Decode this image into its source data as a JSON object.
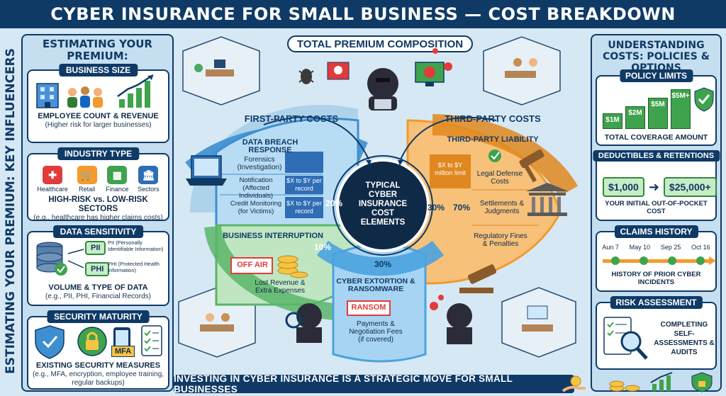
{
  "title": "CYBER INSURANCE FOR SMALL BUSINESS — COST BREAKDOWN",
  "left_vertical": "ESTIMATING YOUR PREMIUM: KEY INFLUENCERS",
  "left_heading": "ESTIMATING YOUR PREMIUM:",
  "business_size": {
    "label": "BUSINESS SIZE",
    "main": "EMPLOYEE COUNT & REVENUE",
    "sub": "(Higher risk for larger businesses)"
  },
  "industry_type": {
    "label": "INDUSTRY TYPE",
    "items": [
      "Healthcare",
      "Retail",
      "Finance",
      "Sectors"
    ],
    "main": "HIGH-RISK vs. LOW-RISK SECTORS",
    "sub": "(e.g., healthcare has higher claims costs)"
  },
  "data_sensitivity": {
    "label": "DATA SENSITIVITY",
    "pii": "PII",
    "pii_desc": "PII (Personally Identifiable Information)",
    "phi": "PHI",
    "phi_desc": "PHI (Protected Health Information)",
    "main": "VOLUME & TYPE OF DATA",
    "sub": "(e.g., PII, PHI, Financial Records)"
  },
  "security_maturity": {
    "label": "SECURITY MATURITY",
    "mfa": "MFA",
    "main": "EXISTING SECURITY MEASURES",
    "sub": "(e.g., MFA, encryption, employee training, regular backups)"
  },
  "center": {
    "heading": "TOTAL PREMIUM COMPOSITION",
    "first_party": "FIRST-PARTY COSTS",
    "third_party": "THIRD-PARTY COSTS",
    "core": "TYPICAL CYBER INSURANCE COST ELEMENTS",
    "data_breach": {
      "title": "DATA BREACH RESPONSE",
      "forensics": "Forensics",
      "forensics_sub": "(Investigation)",
      "notification": "Notification",
      "notification_sub": "(Affected Individuals)",
      "notification_cost": "$X to $Y per record",
      "credit": "Credit Monitoring",
      "credit_sub": "(for Victims)",
      "credit_cost": "$X to $Y per record",
      "pct": "20%"
    },
    "business_interruption": {
      "title": "BUSINESS INTERRUPTION",
      "badge": "OFF AIR",
      "desc": "Lost Revenue & Extra Expenses",
      "pct": "10%"
    },
    "extortion": {
      "pct": "30%",
      "title": "CYBER EXTORTION & RANSOMWARE",
      "badge": "RANSOM",
      "desc": "Payments & Negotiation Fees",
      "desc_sub": "(if covered)"
    },
    "third_party_liability": {
      "title": "THIRD-PARTY LIABILITY",
      "limit": "$X to $Y million limit",
      "legal": "Legal Defense Costs",
      "settlements": "Settlements & Judgments",
      "regulatory": "Regulatory Fines & Penalties",
      "pct_left": "30%",
      "pct_right": "70%"
    }
  },
  "right_heading": "UNDERSTANDING COSTS: POLICIES & OPTIONS",
  "policy_limits": {
    "label": "POLICY LIMITS",
    "bars": [
      "$1M",
      "$2M",
      "$5M",
      "$5M+"
    ],
    "caption": "TOTAL COVERAGE AMOUNT"
  },
  "deductibles": {
    "label": "DEDUCTIBLES & RETENTIONS",
    "low": "$1,000",
    "high": "$25,000+",
    "caption": "YOUR INITIAL OUT-OF-POCKET COST"
  },
  "claims_history": {
    "label": "CLAIMS HISTORY",
    "dates": [
      "Aun 7",
      "May 10",
      "Sep 25",
      "Oct 16"
    ],
    "caption": "HISTORY OF PRIOR CYBER INCIDENTS"
  },
  "risk_assessment": {
    "label": "RISK ASSESSMENT",
    "caption": "COMPLETING SELF-ASSESSMENTS & AUDITS"
  },
  "banner": "INVESTING IN CYBER INSURANCE IS A STRATEGIC MOVE FOR SMALL BUSINESSES",
  "colors": {
    "navy": "#0f3a66",
    "first_party_blue": "#3d8fd1",
    "third_party_orange": "#f39a2b",
    "interruption_green": "#5bb56a",
    "extortion_blue": "#4aa3e0",
    "core_navy": "#0f2a47"
  }
}
